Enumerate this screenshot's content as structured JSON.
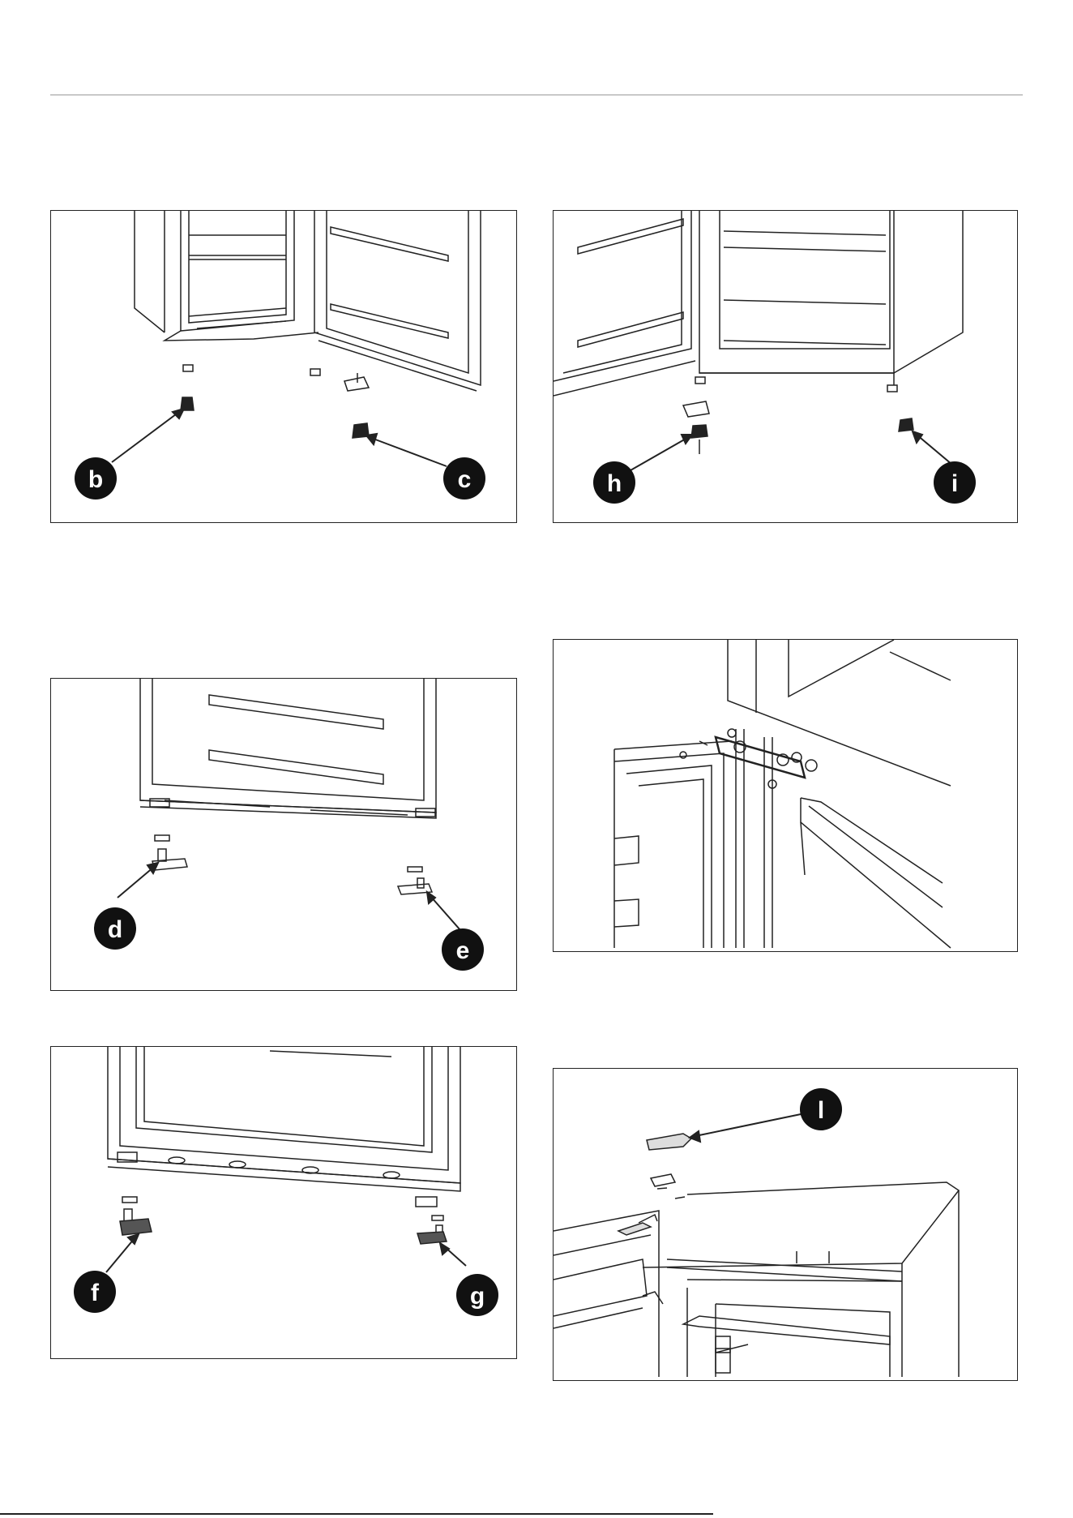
{
  "figures": [
    {
      "id": "fig-b-c",
      "callouts": [
        "b",
        "c"
      ]
    },
    {
      "id": "fig-h-i",
      "callouts": [
        "h",
        "i"
      ]
    },
    {
      "id": "fig-d-e",
      "callouts": [
        "d",
        "e"
      ]
    },
    {
      "id": "fig-hinge",
      "callouts": []
    },
    {
      "id": "fig-f-g",
      "callouts": [
        "f",
        "g"
      ]
    },
    {
      "id": "fig-l",
      "callouts": [
        "l"
      ]
    }
  ]
}
